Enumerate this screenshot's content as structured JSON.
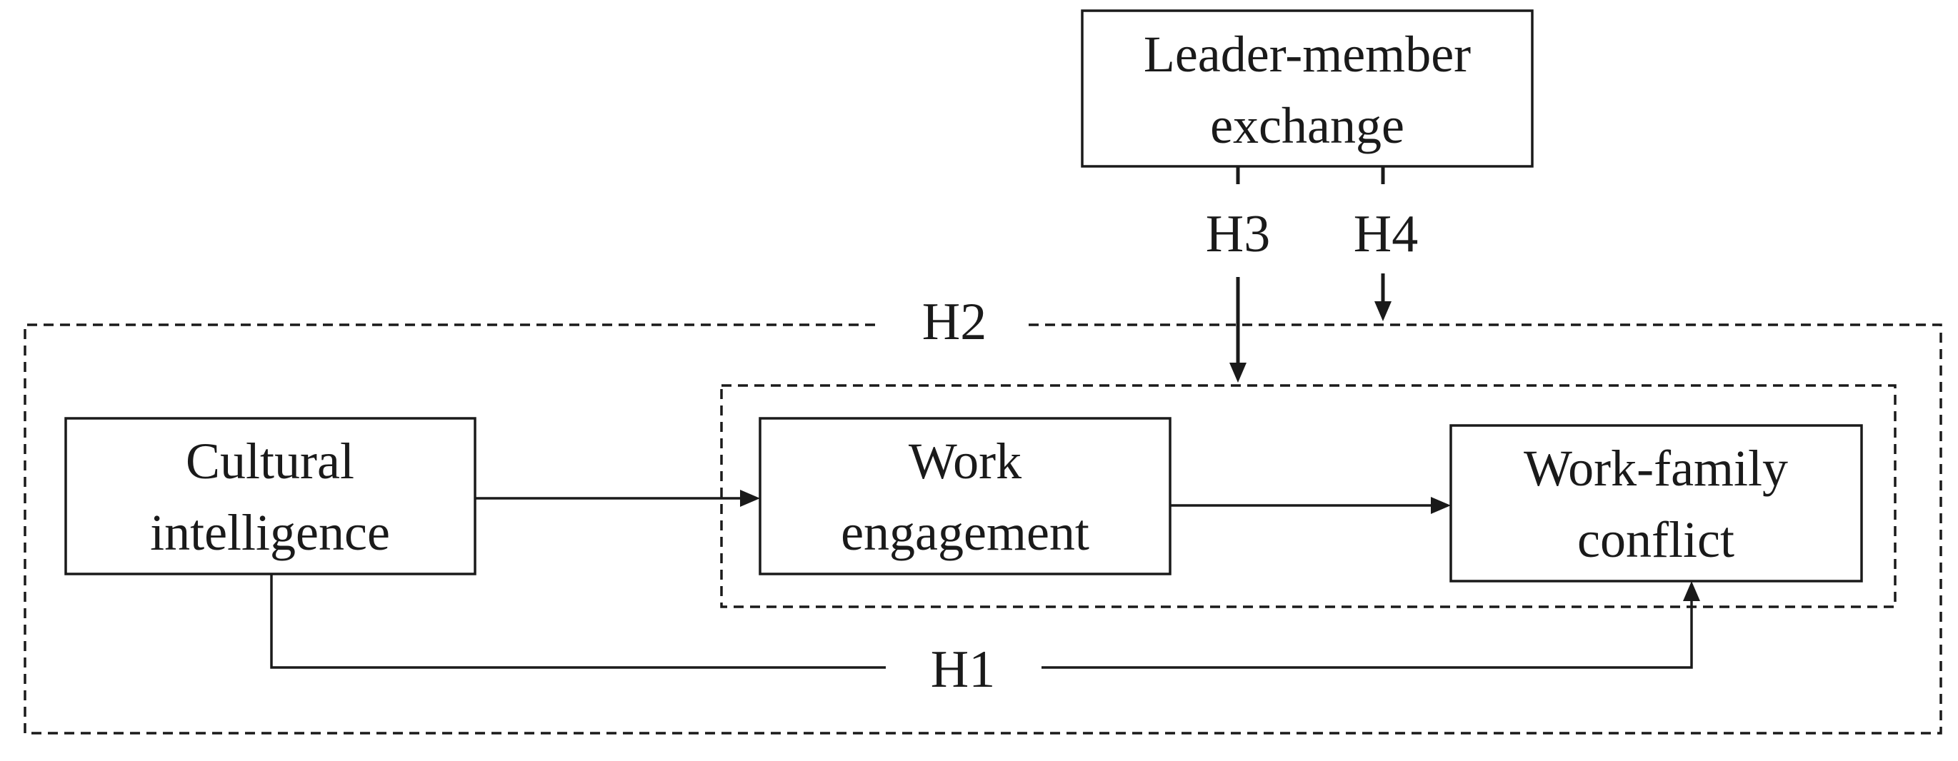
{
  "nodes": {
    "lmx": {
      "line1": "Leader-member",
      "line2": "exchange"
    },
    "ci": {
      "line1": "Cultural",
      "line2": "intelligence"
    },
    "we": {
      "line1": "Work",
      "line2": "engagement"
    },
    "wfc": {
      "line1": "Work-family",
      "line2": "conflict"
    }
  },
  "hypotheses": {
    "h1": "H1",
    "h2": "H2",
    "h3": "H3",
    "h4": "H4"
  }
}
